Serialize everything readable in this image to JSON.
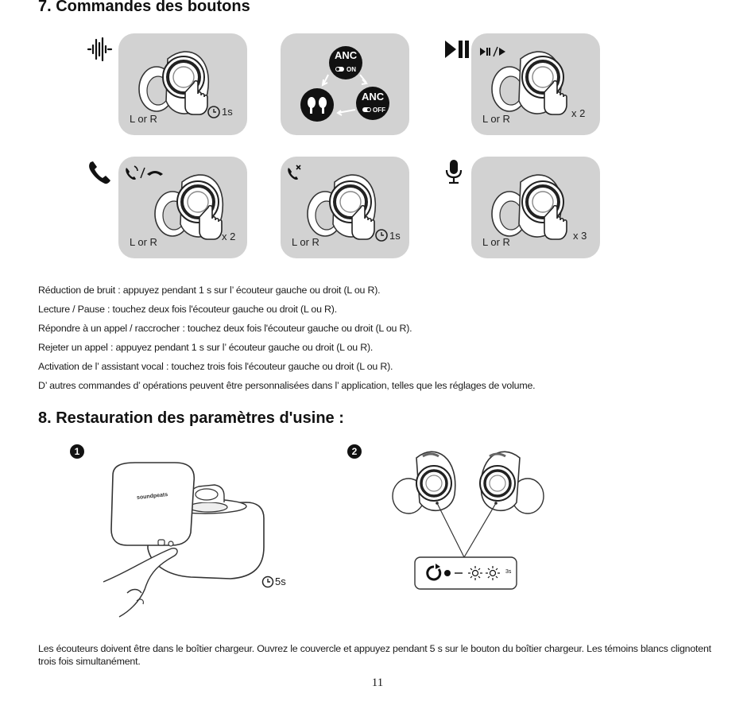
{
  "section7": {
    "title": "7. Commandes des boutons"
  },
  "panels": {
    "lr_label": "L or R",
    "p1": {
      "duration": "1s"
    },
    "p2": {
      "anc_on": "ANC",
      "on": "ON",
      "anc_off": "ANC",
      "off": "OFF"
    },
    "p3": {
      "count": "x 2"
    },
    "p4": {
      "count": "x 2"
    },
    "p5": {
      "duration": "1s"
    },
    "p6": {
      "count": "x 3"
    }
  },
  "instructions": [
    "Réduction de bruit : appuyez pendant 1 s sur l’ écouteur gauche ou droit (L ou R).",
    "Lecture / Pause : touchez deux fois l'écouteur gauche ou droit (L ou R).",
    "Répondre à un appel / raccrocher : touchez deux fois l'écouteur gauche ou droit (L ou R).",
    "Rejeter un appel : appuyez pendant 1 s sur l’ écouteur gauche ou droit (L ou R).",
    "Activation de l’ assistant vocal : touchez trois fois l'écouteur gauche ou droit (L ou R).",
    "D’ autres commandes d’ opérations peuvent être personnalisées dans l’ application, telles que les réglages de volume."
  ],
  "section8": {
    "title": "8. Restauration des paramètres d'usine :",
    "step1": "1",
    "step2": "2",
    "case_logo": "soundpeats",
    "hold_time": "5s",
    "blink_time": "3s"
  },
  "paragraph": "Les écouteurs doivent être dans le boîtier chargeur. Ouvrez le couvercle et appuyez pendant 5 s sur le bouton du boîtier chargeur. Les témoins blancs clignotent trois fois simultanément.",
  "page_number": "11"
}
